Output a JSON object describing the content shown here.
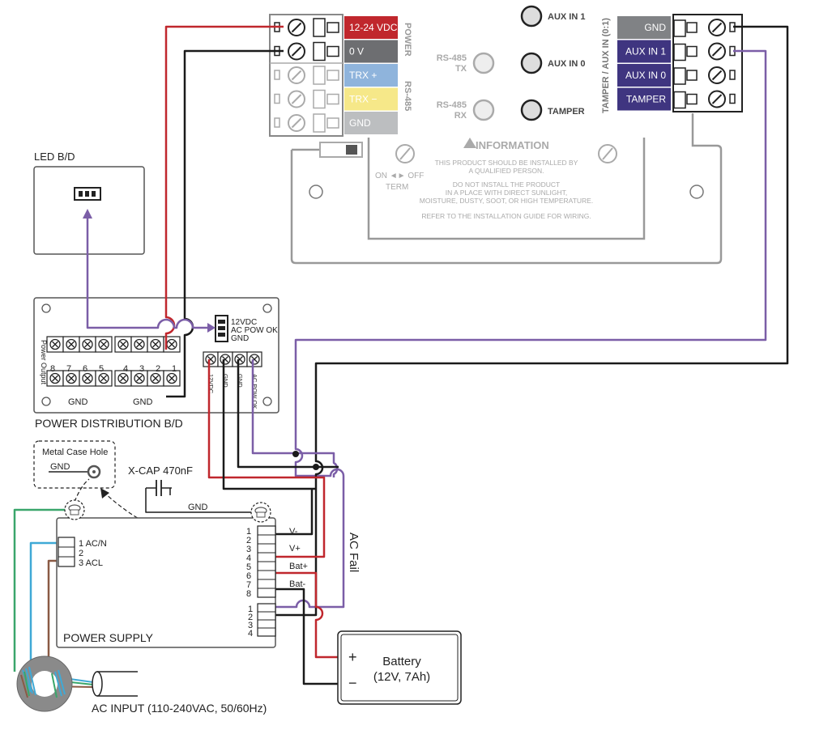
{
  "controller": {
    "power_header": "POWER",
    "rs485_header": "RS-485",
    "left_terminals": [
      {
        "label": "12-24 VDC",
        "color": "#c0272d"
      },
      {
        "label": "0 V",
        "color": "#6d6e71"
      },
      {
        "label": "TRX +",
        "color": "#8fb4dc"
      },
      {
        "label": "TRX −",
        "color": "#f6e889"
      },
      {
        "label": "GND",
        "color": "#bcbec0"
      }
    ],
    "right_header": "TAMPER / AUX IN (0:1)",
    "right_terminals": [
      {
        "label": "GND",
        "color": "#808285"
      },
      {
        "label": "AUX IN 1",
        "color": "#3f3580"
      },
      {
        "label": "AUX IN 0",
        "color": "#3f3580"
      },
      {
        "label": "TAMPER",
        "color": "#3f3580"
      }
    ],
    "leds": [
      {
        "label": "AUX IN 1"
      },
      {
        "label": "AUX IN 0"
      },
      {
        "label": "TAMPER"
      }
    ],
    "rs485_leds": [
      {
        "label1": "RS-485",
        "label2": "TX"
      },
      {
        "label1": "RS-485",
        "label2": "RX"
      }
    ],
    "switch_label1": "ON ◄► OFF",
    "switch_label2": "TERM",
    "info_title": "INFORMATION",
    "info_lines": [
      "THIS PRODUCT SHOULD BE INSTALLED BY",
      "A QUALIFIED PERSON.",
      "DO NOT INSTALL THE PRODUCT",
      "IN A PLACE WITH DIRECT SUNLIGHT,",
      "MOISTURE, DUSTY, SOOT, OR HIGH TEMPERATURE.",
      "REFER TO THE INSTALLATION GUIDE FOR WIRING."
    ]
  },
  "led_board": {
    "title": "LED B/D"
  },
  "pdb": {
    "title": "POWER DISTRIBUTION B/D",
    "side_label": "Power Output",
    "top_numbers_left": [
      "8",
      "7",
      "6",
      "5"
    ],
    "top_numbers_right": [
      "4",
      "3",
      "2",
      "1"
    ],
    "gnd_left": "GND",
    "gnd_right": "GND",
    "connector_labels": [
      "12VDC",
      "AC POW OK",
      "GND"
    ],
    "bottom_terminal_labels": [
      "12VDC",
      "GND",
      "GND",
      "AC POW OK"
    ]
  },
  "metal_case": {
    "title": "Metal Case Hole",
    "gnd": "GND"
  },
  "xcap": {
    "label": "X-CAP 470nF",
    "gnd": "GND"
  },
  "power_supply": {
    "title": "POWER SUPPLY",
    "ac_labels": [
      "1 AC/N",
      "2",
      "3 ACL"
    ],
    "right_numbers": [
      "1",
      "2",
      "3",
      "4",
      "5",
      "6",
      "7",
      "8"
    ],
    "output_labels": [
      "V-",
      "V+",
      "Bat+",
      "Bat-"
    ],
    "bottom_numbers": [
      "1",
      "2",
      "3",
      "4"
    ]
  },
  "ac_fail": "AC Fail",
  "battery": {
    "plus": "+",
    "minus": "−",
    "line1": "Battery",
    "line2": "(12V, 7Ah)"
  },
  "ac_input": "AC INPUT (110-240VAC, 50/60Hz)",
  "colors": {
    "red": "#c0272d",
    "black": "#1a1a1a",
    "purple": "#7b5ea7",
    "green": "#3aa66b",
    "blue": "#3fa9d6",
    "brown": "#8a5a44"
  }
}
